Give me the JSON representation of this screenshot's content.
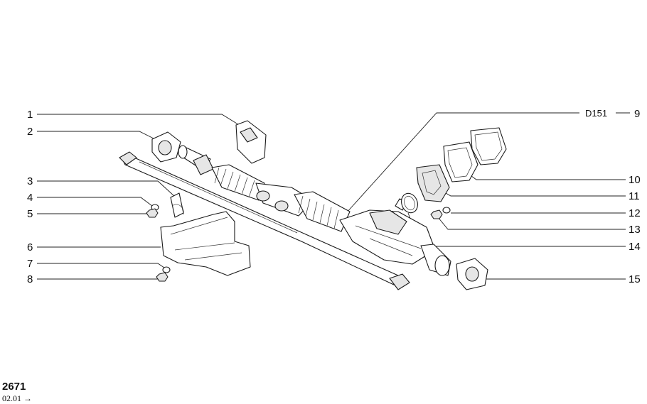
{
  "diagram": {
    "callouts_left": [
      {
        "num": "1"
      },
      {
        "num": "2"
      },
      {
        "num": "3"
      },
      {
        "num": "4"
      },
      {
        "num": "5"
      },
      {
        "num": "6"
      },
      {
        "num": "7"
      },
      {
        "num": "8"
      }
    ],
    "callouts_right": [
      {
        "num": "9",
        "code": "D151"
      },
      {
        "num": "10"
      },
      {
        "num": "11"
      },
      {
        "num": "12"
      },
      {
        "num": "13"
      },
      {
        "num": "14"
      },
      {
        "num": "15"
      }
    ]
  },
  "footer": {
    "page_number": "2671",
    "date": "02.01",
    "arrow": "→"
  }
}
